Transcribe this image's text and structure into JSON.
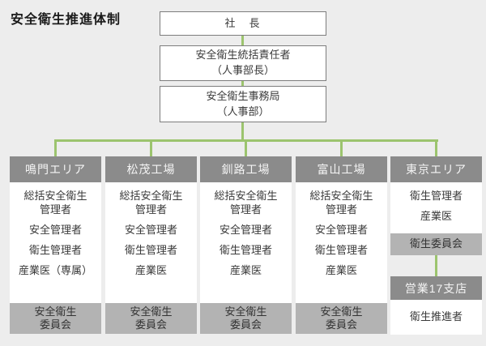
{
  "page": {
    "title": "安全衛生推進体制"
  },
  "colors": {
    "background": "#ededed",
    "connector_green": "#9cc46e",
    "header_gray": "#8b8b8b",
    "committee_gray": "#b3b3b3",
    "box_border": "#7d7d7d"
  },
  "top_chain": {
    "president": "社　長",
    "supervisor": "安全衛生統括責任者\n（人事部長）",
    "office": "安全衛生事務局\n（人事部）"
  },
  "columns": [
    {
      "header": "鳴門エリア",
      "members": [
        "総括安全衛生\n管理者",
        "安全管理者",
        "衛生管理者",
        "産業医（専属）"
      ],
      "committee": "安全衛生\n委員会"
    },
    {
      "header": "松茂工場",
      "members": [
        "総括安全衛生\n管理者",
        "安全管理者",
        "衛生管理者",
        "産業医"
      ],
      "committee": "安全衛生\n委員会"
    },
    {
      "header": "釧路工場",
      "members": [
        "総括安全衛生\n管理者",
        "安全管理者",
        "衛生管理者",
        "産業医"
      ],
      "committee": "安全衛生\n委員会"
    },
    {
      "header": "富山工場",
      "members": [
        "総括安全衛生\n管理者",
        "安全管理者",
        "衛生管理者",
        "産業医"
      ],
      "committee": "安全衛生\n委員会"
    },
    {
      "header": "東京エリア",
      "members": [
        "衛生管理者",
        "産業医"
      ],
      "committee": "衛生委員会",
      "sub": {
        "header": "営業17支店",
        "members": [
          "衛生推進者"
        ]
      }
    }
  ]
}
